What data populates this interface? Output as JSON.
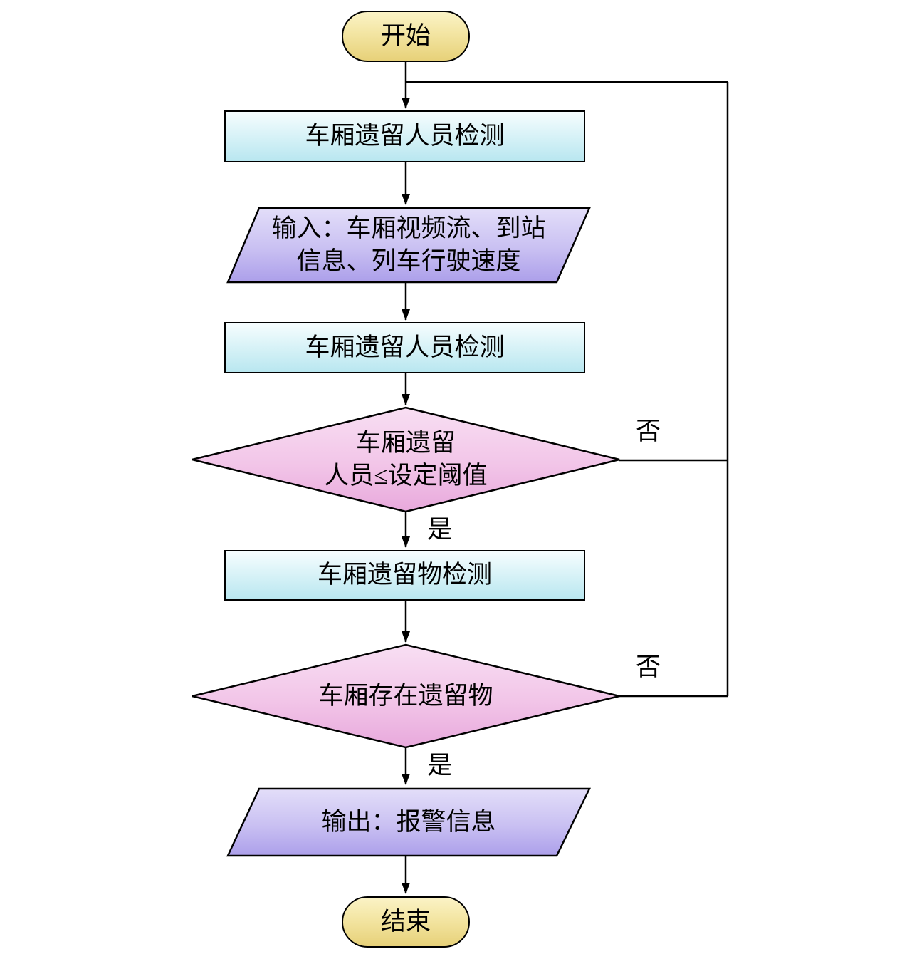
{
  "nodes": {
    "start": {
      "label": "开始"
    },
    "detect_person_top": {
      "label": "车厢遗留人员检测"
    },
    "input": {
      "line1": "输入：车厢视频流、到站",
      "line2": "信息、列车行驶速度"
    },
    "detect_person": {
      "label": "车厢遗留人员检测"
    },
    "decision_person": {
      "line1": "车厢遗留",
      "line2": "人员≤设定阈值"
    },
    "detect_object": {
      "label": "车厢遗留物检测"
    },
    "decision_object": {
      "label": "车厢存在遗留物"
    },
    "output": {
      "label": "输出：报警信息"
    },
    "end": {
      "label": "结束"
    }
  },
  "edge_labels": {
    "decision_person_no": "否",
    "decision_person_yes": "是",
    "decision_object_no": "否",
    "decision_object_yes": "是"
  },
  "colors": {
    "stroke": "#000000",
    "background": "#ffffff",
    "terminator_fill_top": "#fbf3c6",
    "terminator_fill_bottom": "#e7d179",
    "process_fill_top": "#f6fdfe",
    "process_fill_bottom": "#b9e7f0",
    "io_fill_top": "#e3def9",
    "io_fill_bottom": "#ac9fea",
    "decision_fill_top": "#f8dff3",
    "decision_fill_bottom": "#e8a9dc"
  }
}
